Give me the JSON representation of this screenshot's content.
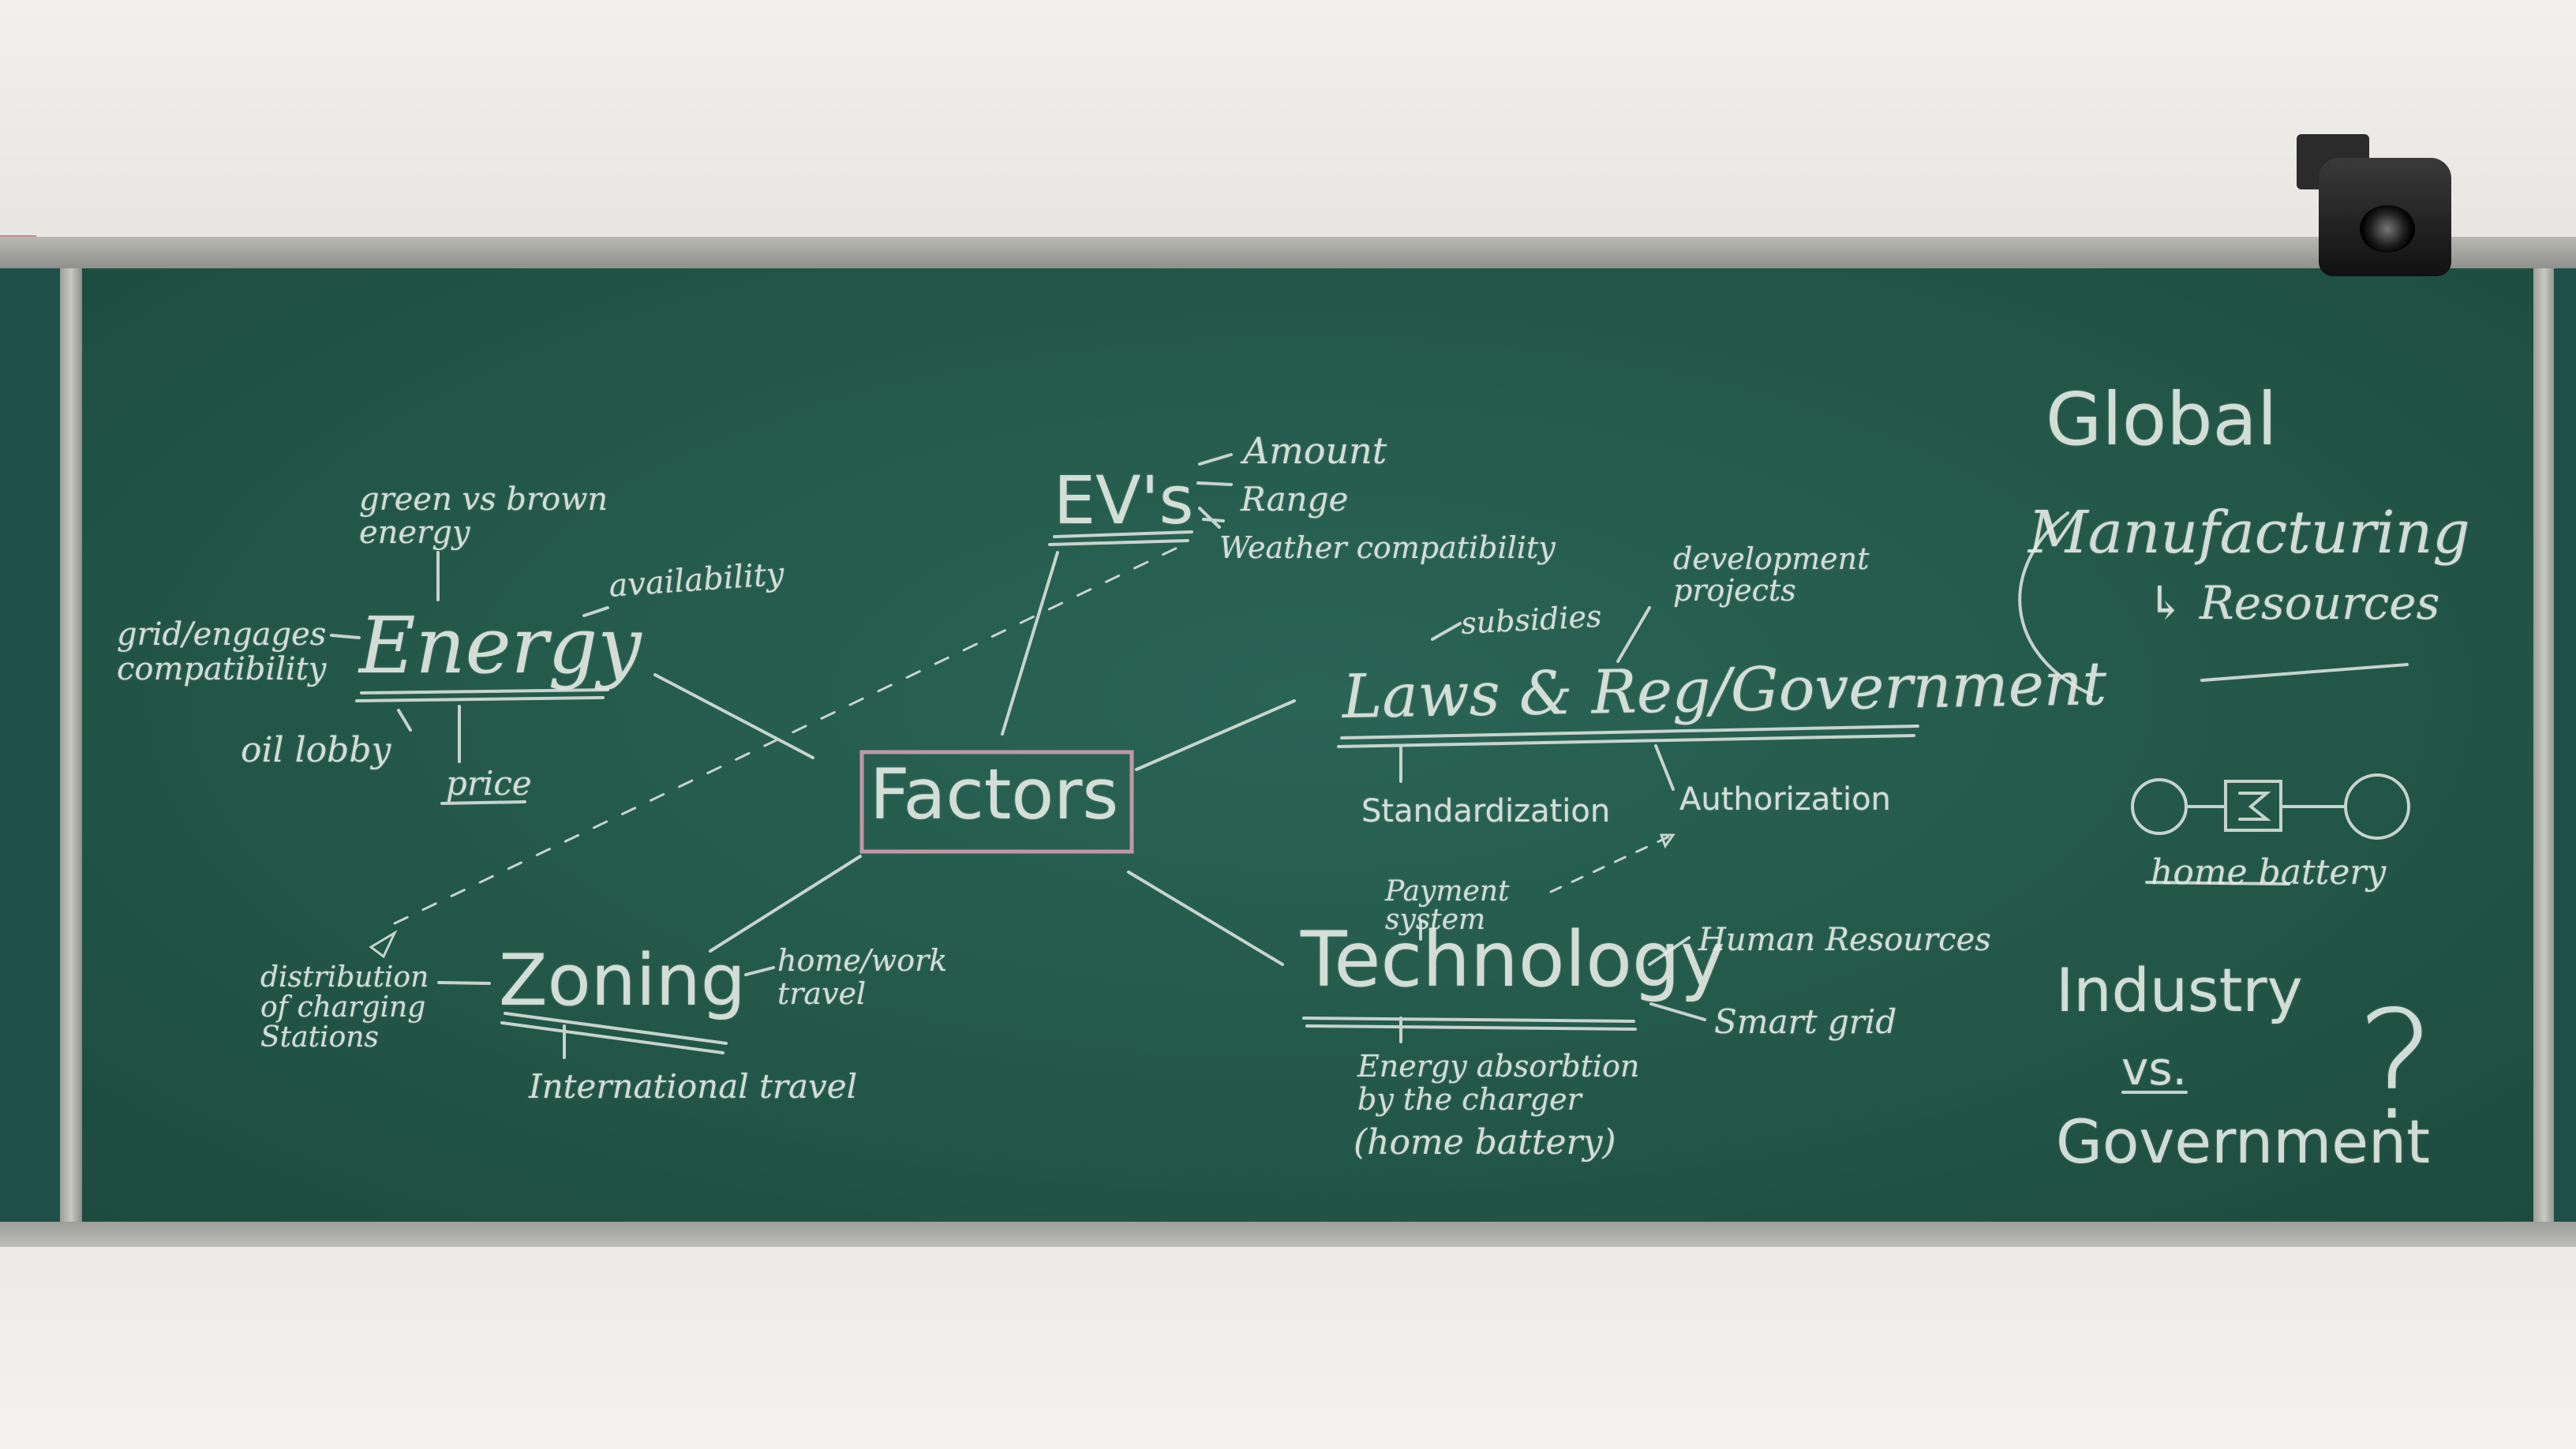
{
  "central": "Factors",
  "branches": {
    "energy": {
      "title": "Energy",
      "items": [
        "green vs brown energy",
        "availability",
        "grid/engages compatibility",
        "oil lobby",
        "price"
      ]
    },
    "evs": {
      "title": "EV's",
      "items": [
        "Amount",
        "Range",
        "Weather compatibility"
      ]
    },
    "laws": {
      "title": "Laws & Reg/Government",
      "items": [
        "subsidies",
        "development projects",
        "Standardization",
        "Authorization"
      ]
    },
    "technology": {
      "title": "Technology",
      "items": [
        "Payment system",
        "Human Resources",
        "Smart grid",
        "Energy absorbtion by the charger",
        "(home battery)"
      ]
    },
    "zoning": {
      "title": "Zoning",
      "items": [
        "distribution of charging Stations",
        "home/work travel",
        "International travel"
      ]
    }
  },
  "side_notes": {
    "global_title": "Global",
    "manufacturing": "Manufacturing",
    "resources": "↳ Resources",
    "home_battery": "home battery",
    "industry": "Industry",
    "vs": "vs.",
    "government": "Government",
    "question": "?"
  },
  "colors": {
    "board": "#235848",
    "chalk": "#e6ece6",
    "pink_chalk": "#d9a3b5",
    "frame": "#b9b9b4",
    "wall": "#eceae6"
  }
}
